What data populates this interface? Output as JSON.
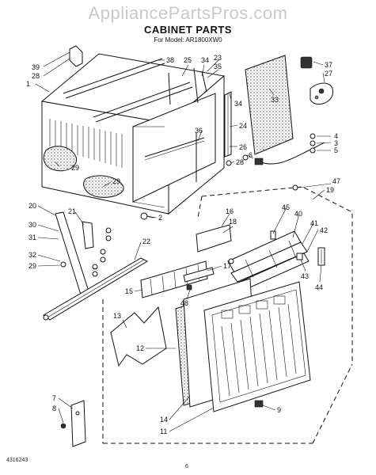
{
  "header": {
    "site": "AppliancePartsPros.com",
    "title": "CABINET PARTS",
    "model": "For Model: AR1800XW0"
  },
  "footer": {
    "code": "4316243",
    "page": "6"
  },
  "callouts": {
    "c1": "1",
    "c2": "2",
    "c3": "3",
    "c4": "4",
    "c5": "5",
    "c6": "6",
    "c7": "7",
    "c8": "8",
    "c9": "9",
    "c11": "11",
    "c12": "12",
    "c13": "13",
    "c14": "14",
    "c15": "15",
    "c16": "16",
    "c17": "17",
    "c18": "18",
    "c19": "19",
    "c20": "20",
    "c21": "21",
    "c22": "22",
    "c23": "23",
    "c24": "24",
    "c25": "25",
    "c26": "26",
    "c27": "27",
    "c28a": "28",
    "c28b": "28",
    "c29a": "29",
    "c29b": "29",
    "c29c": "29",
    "c30": "30",
    "c31": "31",
    "c32": "32",
    "c33": "33",
    "c34a": "34",
    "c34b": "34",
    "c35": "35",
    "c36": "36",
    "c37": "37",
    "c38": "38",
    "c39": "39",
    "c40": "40",
    "c41": "41",
    "c42": "42",
    "c43": "43",
    "c44": "44",
    "c45": "45",
    "c47": "47",
    "c48": "48"
  }
}
